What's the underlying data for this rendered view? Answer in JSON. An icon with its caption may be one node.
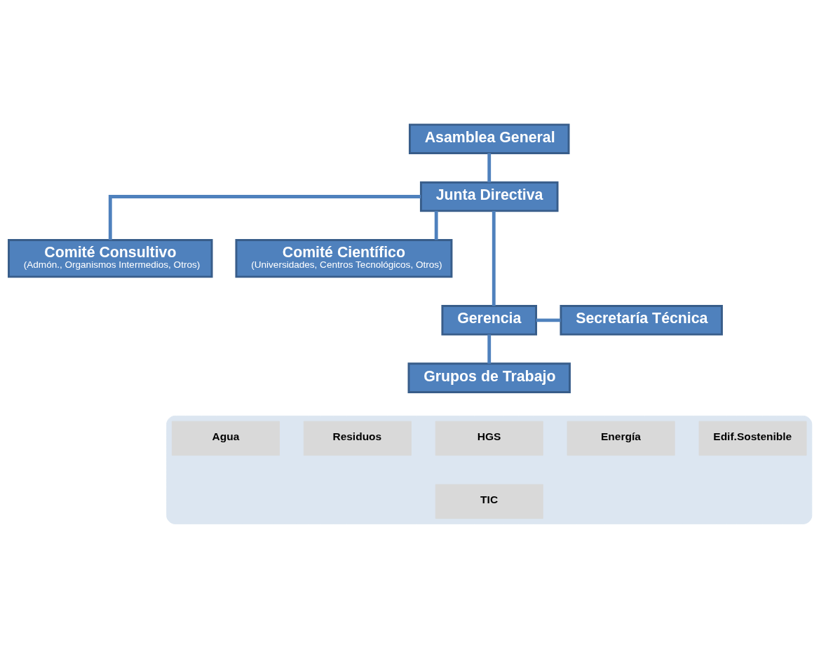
{
  "diagram": {
    "nodes": [
      {
        "text": [
          "Asamblea General"
        ]
      },
      {
        "text": [
          "Junta Directiva"
        ]
      },
      {
        "text": [
          "Comité Consultivo",
          "(Admón., Organismos Intermedios, Otros)"
        ]
      },
      {
        "text": [
          "Comité Científico",
          "(Universidades, Centros Tecnológicos, Otros)"
        ]
      },
      {
        "text": [
          "Gerencia"
        ]
      },
      {
        "text": [
          "Secretaría Técnica"
        ]
      },
      {
        "text": [
          "Grupos de Trabajo"
        ]
      },
      {
        "text": [],
        "shape": "box"
      },
      {
        "text": [
          "Agua"
        ],
        "in": 7
      },
      {
        "text": [
          "Residuos"
        ],
        "in": 7
      },
      {
        "text": [
          "HGS"
        ],
        "in": 7
      },
      {
        "text": [
          "Energía"
        ],
        "in": 7
      },
      {
        "text": [
          "Edif.Sostenible"
        ],
        "in": 7
      },
      {
        "text": [
          "TIC"
        ],
        "in": 7
      }
    ],
    "edges": [
      {
        "from": 0,
        "to": 1,
        "arrow": "none"
      },
      {
        "from": 1,
        "to": 2,
        "arrow": "none"
      },
      {
        "from": 1,
        "to": 3,
        "arrow": "none"
      },
      {
        "from": 1,
        "to": 4,
        "arrow": "none"
      },
      {
        "from": 4,
        "to": 5,
        "arrow": "none"
      },
      {
        "from": 4,
        "to": 6,
        "arrow": "none"
      }
    ]
  }
}
